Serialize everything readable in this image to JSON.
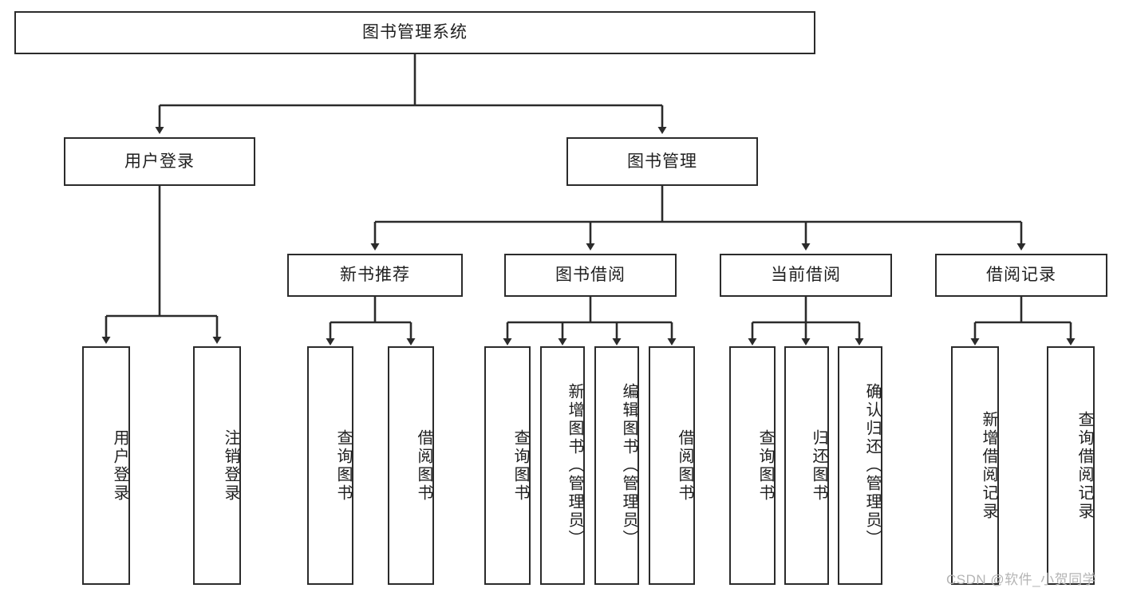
{
  "diagram": {
    "type": "tree-hierarchy",
    "title": "图书管理系统",
    "root": {
      "id": "root",
      "label": "图书管理系统"
    },
    "level2": [
      {
        "id": "user-login",
        "label": "用户登录"
      },
      {
        "id": "book-manage",
        "label": "图书管理"
      }
    ],
    "level3": [
      {
        "id": "new-book-rec",
        "label": "新书推荐",
        "parent": "book-manage"
      },
      {
        "id": "book-borrow",
        "label": "图书借阅",
        "parent": "book-manage"
      },
      {
        "id": "current-borrow",
        "label": "当前借阅",
        "parent": "book-manage"
      },
      {
        "id": "borrow-record",
        "label": "借阅记录",
        "parent": "book-manage"
      }
    ],
    "leaves": [
      {
        "id": "leaf-user-login",
        "label": "用户登录",
        "parent": "user-login"
      },
      {
        "id": "leaf-user-logout",
        "label": "注销登录",
        "parent": "user-login"
      },
      {
        "id": "leaf-query-book-1",
        "label": "查询图书",
        "parent": "new-book-rec"
      },
      {
        "id": "leaf-borrow-book-1",
        "label": "借阅图书",
        "parent": "new-book-rec"
      },
      {
        "id": "leaf-query-book-2",
        "label": "查询图书",
        "parent": "book-borrow"
      },
      {
        "id": "leaf-add-book",
        "label": "新增图书（管理员）",
        "parent": "book-borrow"
      },
      {
        "id": "leaf-edit-book",
        "label": "编辑图书（管理员）",
        "parent": "book-borrow"
      },
      {
        "id": "leaf-borrow-book-2",
        "label": "借阅图书",
        "parent": "book-borrow"
      },
      {
        "id": "leaf-query-book-3",
        "label": "查询图书",
        "parent": "current-borrow"
      },
      {
        "id": "leaf-return-book",
        "label": "归还图书",
        "parent": "current-borrow"
      },
      {
        "id": "leaf-confirm-return",
        "label": "确认归还（管理员）",
        "parent": "current-borrow"
      },
      {
        "id": "leaf-add-record",
        "label": "新增借阅记录",
        "parent": "borrow-record"
      },
      {
        "id": "leaf-query-record",
        "label": "查询借阅记录",
        "parent": "borrow-record"
      }
    ],
    "colors": {
      "box_border": "#2b2b2b",
      "box_fill": "#ffffff",
      "connector": "#2b2b2b",
      "text": "#1f1f1f",
      "background": "#ffffff",
      "watermark": "#b4b4b4"
    }
  },
  "watermark": {
    "text": "CSDN @软件_小贺同学"
  }
}
